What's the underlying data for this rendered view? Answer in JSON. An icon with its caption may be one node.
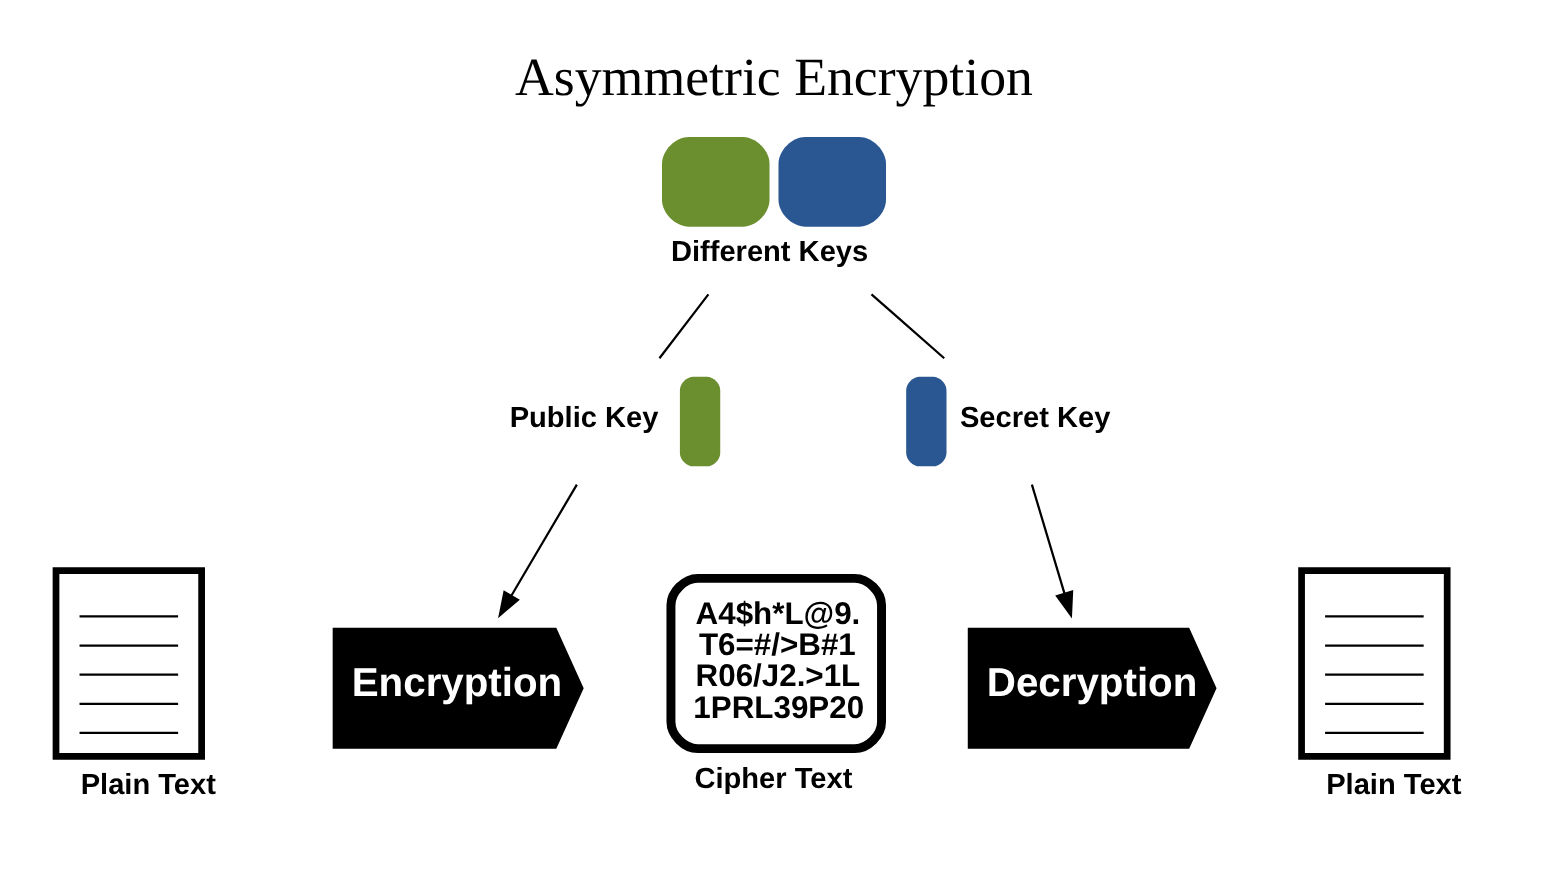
{
  "diagram": {
    "title": "Asymmetric Encryption",
    "nodes": [
      {
        "text": [],
        "shape": "document",
        "beside": [
          "Plain Text"
        ]
      },
      {
        "text": [
          "Encryption"
        ]
      },
      {
        "text": [
          "A4$h*L@9. T6=#/>B#1 R06/J2.>1L 1PRL39P20"
        ],
        "beside": [
          "Cipher Text"
        ]
      },
      {
        "text": [
          "Decryption"
        ]
      },
      {
        "text": [],
        "shape": "document",
        "beside": [
          "Plain Text"
        ]
      },
      {
        "text": [],
        "shape": "key",
        "beside": [
          "Different Keys"
        ]
      },
      {
        "text": [],
        "shape": "key",
        "beside": [
          "Public Key"
        ]
      },
      {
        "text": [],
        "shape": "key",
        "beside": [
          "Secret Key"
        ]
      }
    ],
    "edges": [
      {
        "from": 5,
        "to": 6,
        "arrow": "none"
      },
      {
        "from": 5,
        "to": 7,
        "arrow": "none"
      },
      {
        "from": 6,
        "to": 1,
        "arrow": "to"
      },
      {
        "from": 7,
        "to": 3,
        "arrow": "to"
      }
    ]
  }
}
